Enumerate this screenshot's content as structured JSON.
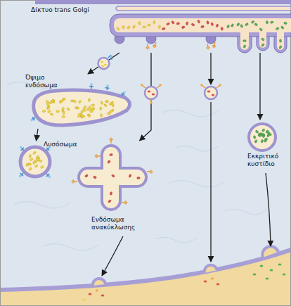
{
  "diagram": {
    "nodes": [
      {
        "text": [
          "Δίκτυο trans Golgi"
        ]
      },
      {
        "text": [
          "Όψιμο ενδόσωμα"
        ]
      },
      {
        "text": [
          "Λυσόσωμα"
        ]
      },
      {
        "text": [
          "Ενδόσωμα ανακύκλωσης"
        ]
      },
      {
        "text": [
          "Εκκριτικό κυστίδιο"
        ]
      }
    ],
    "edges": [
      {
        "from": 0,
        "to": 1,
        "arrow": "to"
      },
      {
        "from": 1,
        "to": 2,
        "arrow": "to"
      },
      {
        "from": 0,
        "to": 3,
        "arrow": "to"
      },
      {
        "from": 0,
        "to": 4,
        "arrow": "to"
      }
    ]
  }
}
